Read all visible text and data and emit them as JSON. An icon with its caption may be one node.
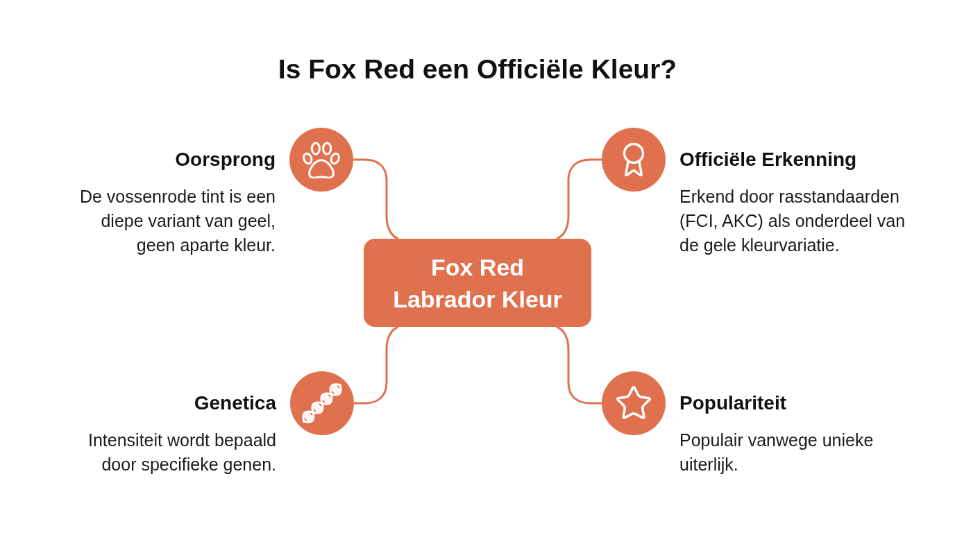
{
  "diagram": {
    "title": "Is Fox Red een Officiële Kleur?",
    "nodes": [
      {
        "text": [],
        "shape": "circle",
        "beside": [
          "Oorsprong",
          "De vossenrode tint is een diepe variant van geel, geen aparte kleur."
        ]
      },
      {
        "text": [],
        "shape": "circle",
        "beside": [
          "Officiële Erkenning",
          "Erkend door rasstandaarden (FCI, AKC) als onderdeel van de gele kleurvariatie."
        ]
      },
      {
        "text": [
          "Fox Red Labrador Kleur"
        ]
      },
      {
        "text": [],
        "shape": "circle",
        "beside": [
          "Genetica",
          "Intensiteit wordt bepaald door specifieke genen."
        ]
      },
      {
        "text": [],
        "shape": "circle",
        "beside": [
          "Populariteit",
          "Populair vanwege unieke uiterlijk."
        ]
      }
    ],
    "edges": [
      {
        "from": 2,
        "to": 0,
        "arrow": "none"
      },
      {
        "from": 2,
        "to": 1,
        "arrow": "none"
      },
      {
        "from": 2,
        "to": 3,
        "arrow": "none"
      },
      {
        "from": 2,
        "to": 4,
        "arrow": "none"
      }
    ]
  }
}
